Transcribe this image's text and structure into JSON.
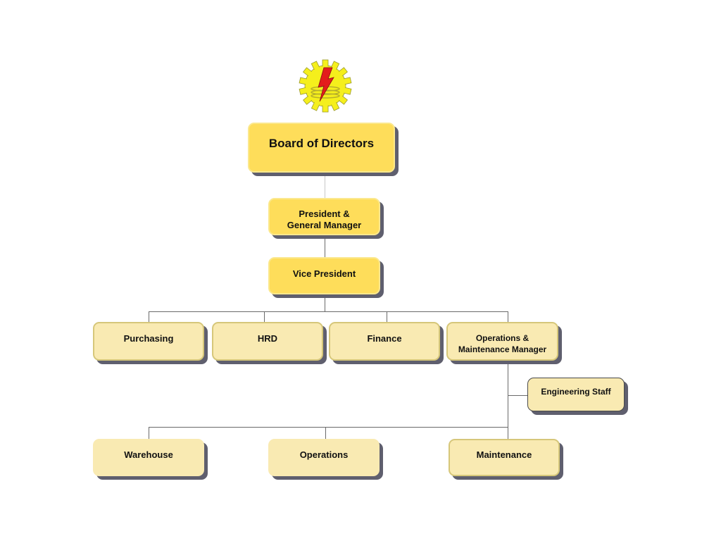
{
  "logo": {
    "icon": "gear-lightning-logo-icon",
    "colors": {
      "gear": "#f5ef1c",
      "bolt": "#e31c1c",
      "coil": "#b8b02a"
    }
  },
  "nodes": {
    "board": "Board of Directors",
    "president_line1": "President &",
    "president_line2": "General Manager",
    "vice_president": "Vice President",
    "purchasing": "Purchasing",
    "hrd": "HRD",
    "finance": "Finance",
    "om_manager_line1": "Operations &",
    "om_manager_line2": "Maintenance Manager",
    "engineering_staff": "Engineering Staff",
    "warehouse": "Warehouse",
    "operations": "Operations",
    "maintenance": "Maintenance"
  },
  "colors": {
    "executive_fill": "#fedd5a",
    "department_fill": "#f9eab2",
    "shadow": "#5f5f6e",
    "connector": "#6a6a6a"
  }
}
